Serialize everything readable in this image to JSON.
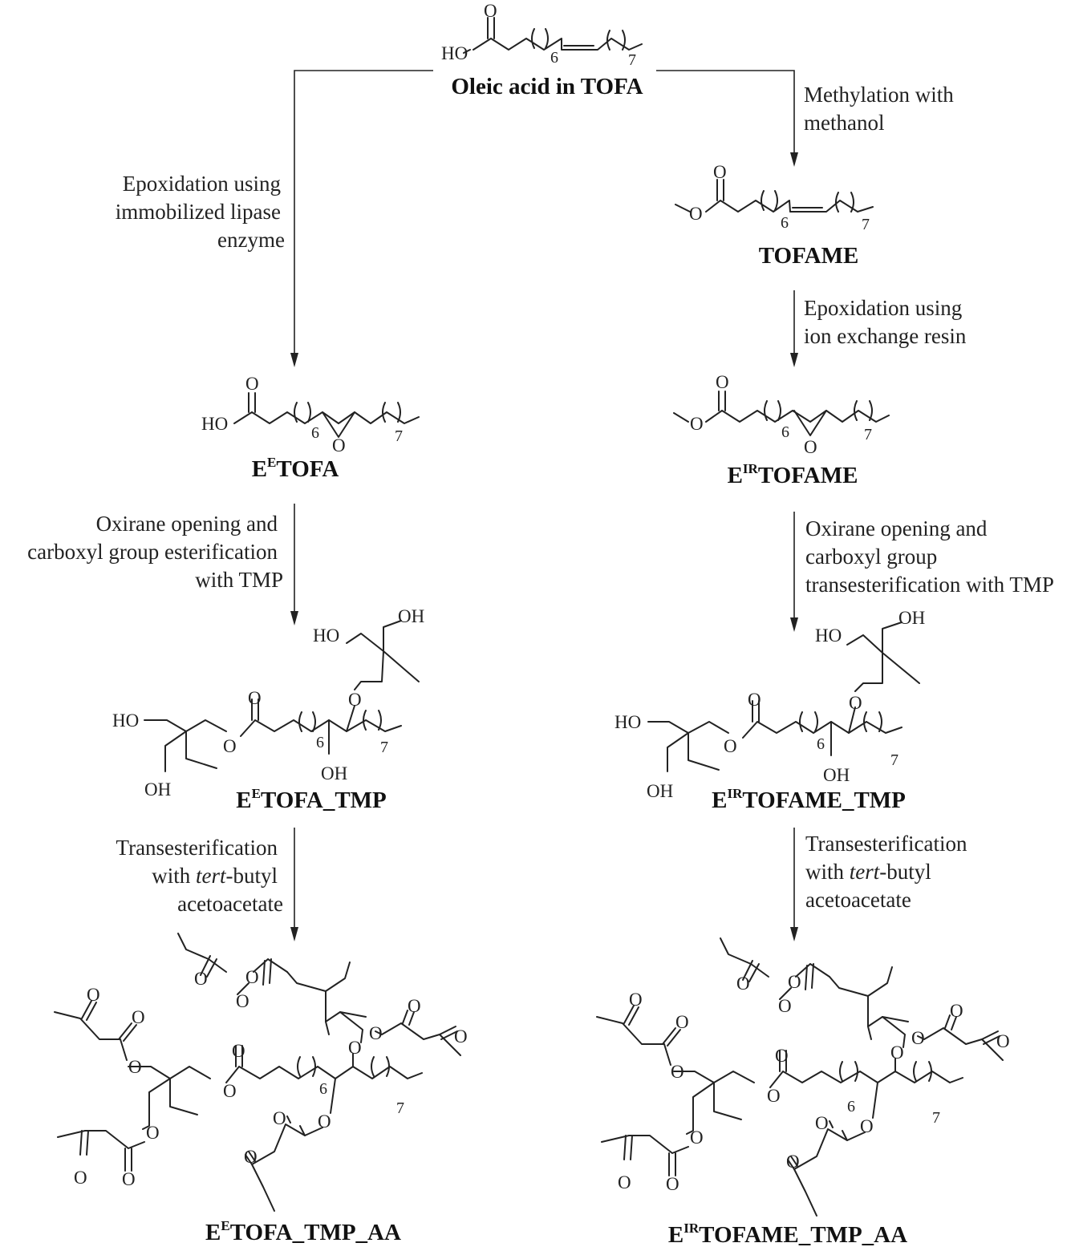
{
  "atoms": {
    "ho": "HO",
    "oh": "OH",
    "o": "O",
    "n6": "6",
    "n7": "7"
  },
  "compounds": {
    "oleic": "Oleic acid in TOFA",
    "tofame": "TOFAME",
    "etofa": {
      "base": "E",
      "sup": "E",
      "rest": "TOFA"
    },
    "etofame": {
      "base": "E",
      "sup": "IR",
      "rest": "TOFAME"
    },
    "etofa_tmp": {
      "base": "E",
      "sup": "E",
      "rest": "TOFA_TMP"
    },
    "etofame_tmp": {
      "base": "E",
      "sup": "IR",
      "rest": "TOFAME_TMP"
    },
    "etofa_tmp_aa": {
      "base": "E",
      "sup": "E",
      "rest": "TOFA_TMP_AA"
    },
    "etofame_tmp_aa": {
      "base": "E",
      "sup": "IR",
      "rest": "TOFAME_TMP_AA"
    }
  },
  "steps": {
    "methylation": [
      "Methylation with",
      "methanol"
    ],
    "epox_lipase": [
      "Epoxidation using",
      "immobilized lipase",
      "enzyme"
    ],
    "epox_resin": [
      "Epoxidation using",
      "ion exchange resin"
    ],
    "oxirane_left": [
      "Oxirane opening and",
      "carboxyl group esterification",
      "with TMP"
    ],
    "oxirane_right": [
      "Oxirane opening and",
      "carboxyl group",
      "transesterification with TMP"
    ],
    "trans_left": {
      "line1": "Transesterification",
      "line2_pre": "with ",
      "line2_it": "tert",
      "line2_post": "-butyl",
      "line3": "acetoacetate"
    },
    "trans_right": {
      "line1": "Transesterification",
      "line2_pre": "with ",
      "line2_it": "tert",
      "line2_post": "-butyl",
      "line3": "acetoacetate"
    }
  }
}
